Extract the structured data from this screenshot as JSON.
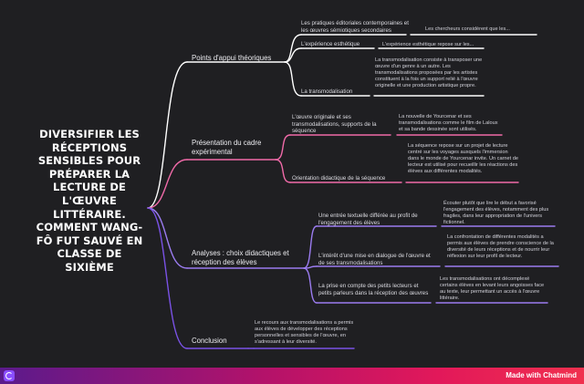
{
  "root": {
    "title": "DIVERSIFIER LES RÉCEPTIONS SENSIBLES POUR PRÉPARER LA LECTURE DE L'ŒUVRE LITTÉRAIRE. COMMENT WANG-FÔ FUT SAUVÉ EN CLASSE DE SIXIÈME"
  },
  "branches": [
    {
      "label": "Points d'appui théoriques",
      "color": "#ffffff",
      "topics": [
        {
          "label": "Les pratiques éditoriales contemporaines et les œuvres sémiotiques secondaires",
          "leaf": "Les chercheurs considèrent que les..."
        },
        {
          "label": "L'expérience esthétique",
          "leaf": "L'expérience esthétique repose sur les..."
        },
        {
          "label": "La transmodalisation",
          "leaf": "La transmodalisation consiste à transposer une œuvre d'un genre à un autre. Les transmodalisations proposées par les artistes constituent à la fois un support relié à l'œuvre originelle et une production artistique propre."
        }
      ]
    },
    {
      "label": "Présentation du cadre expérimental",
      "color": "#f06aa8",
      "topics": [
        {
          "label": "L'œuvre originale et ses transmodalisations, supports de la séquence",
          "leaf": "La nouvelle de Yourcenar et ses transmodalisations comme le film de Laloux et sa bande dessinée sont utilisés."
        },
        {
          "label": "Orientation didactique de la séquence",
          "leaf": "La séquence repose sur un projet de lecture centré sur les voyages auxquels l'immersion dans le monde de Yourcenar invite. Un carnet de lecteur est utilisé pour recueillir les réactions des élèves aux différentes modalités."
        }
      ]
    },
    {
      "label": "Analyses : choix didactiques et réception des élèves",
      "color": "#9b7cf0",
      "topics": [
        {
          "label": "Une entrée textuelle différée au profit de l'engagement des élèves",
          "leaf": "Écouter plutôt que lire le début a favorisé l'engagement des élèves, notamment des plus fragiles, dans leur appropriation de l'univers fictionnel."
        },
        {
          "label": "L'intérêt d'une mise en dialogue de l'œuvre et de ses transmodalisations",
          "leaf": "La confrontation de différentes modalités a permis aux élèves de prendre conscience de la diversité de leurs réceptions et de nourrir leur réflexion sur leur profil de lecteur."
        },
        {
          "label": "La prise en compte des petits lecteurs et petits parleurs dans la réception des œuvres",
          "leaf": "Les transmodalisations ont décomplexé certains élèves en levant leurs angoisses face au texte, leur permettant un accès à l'œuvre littéraire."
        }
      ]
    },
    {
      "label": "Conclusion",
      "color": "#7a52e6",
      "topics": [],
      "leaf": "Le recours aux transmodalisations a permis aux élèves de développer des réceptions personnelles et sensibles de l'œuvre, en s'adressant à leur diversité."
    }
  ],
  "footer": {
    "credit": "Made with Chatmind",
    "logo_icon": "chatmind-logo-icon",
    "gradient": [
      "#5b1a8c",
      "#b3126a",
      "#e2185a",
      "#f0304e"
    ]
  }
}
